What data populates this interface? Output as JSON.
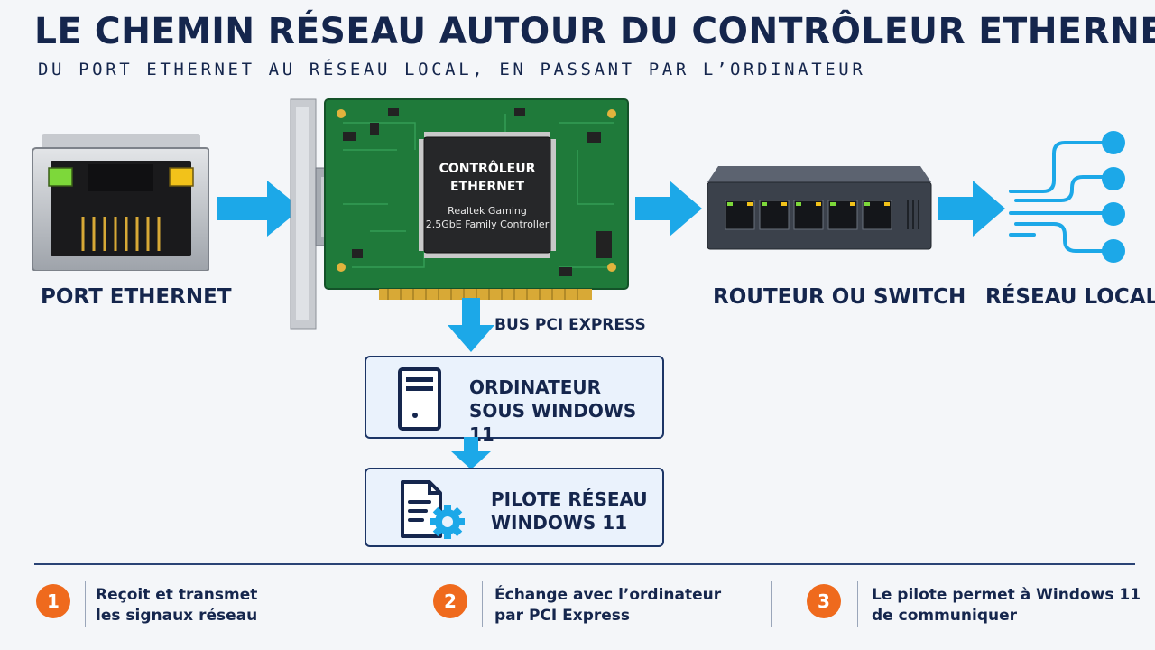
{
  "header": {
    "title": "LE CHEMIN RÉSEAU AUTOUR DU CONTRÔLEUR ETHERNET",
    "subtitle": "DU PORT ETHERNET AU RÉSEAU LOCAL, EN PASSANT PAR L’ORDINATEUR"
  },
  "diagram": {
    "port_label": "PORT ETHERNET",
    "chip": {
      "title_line1": "CONTRÔLEUR",
      "title_line2": "ETHERNET",
      "sub_line1": "Realtek Gaming",
      "sub_line2": "2.5GbE Family Controller"
    },
    "bus_label": "BUS PCI EXPRESS",
    "router_label": "ROUTEUR OU SWITCH",
    "lan_label": "RÉSEAU LOCAL",
    "computer_box": {
      "line1": "ORDINATEUR",
      "line2": "SOUS WINDOWS 11"
    },
    "driver_box": {
      "line1": "PILOTE RÉSEAU",
      "line2": "WINDOWS 11"
    }
  },
  "steps": [
    {
      "number": "1",
      "line1": "Reçoit et transmet",
      "line2": "les signaux réseau"
    },
    {
      "number": "2",
      "line1": "Échange avec l’ordinateur",
      "line2": "par PCI Express"
    },
    {
      "number": "3",
      "line1": "Le pilote permet à Windows 11",
      "line2": "de communiquer"
    }
  ],
  "colors": {
    "navy": "#15264d",
    "arrow_blue": "#1ca8e8",
    "step_orange": "#ef6a1d",
    "pcb_green": "#1f7a3a",
    "box_fill": "#eaf2fc"
  }
}
